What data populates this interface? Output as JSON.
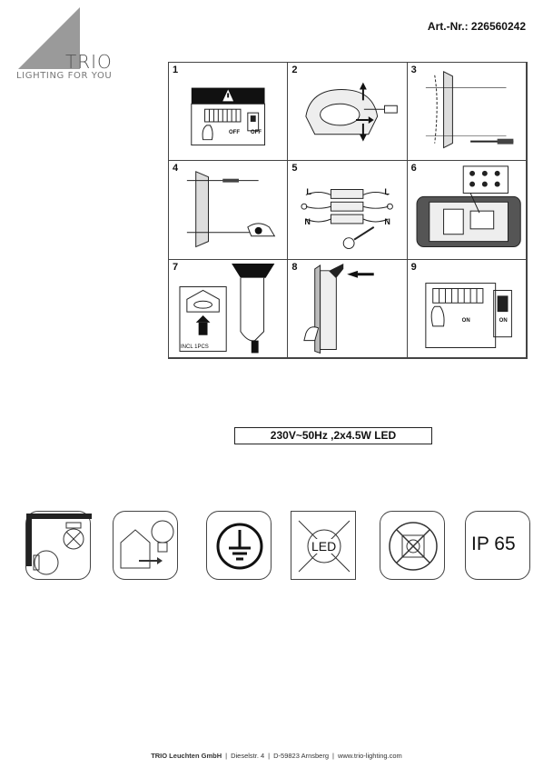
{
  "header": {
    "brand_name": "TRIO",
    "brand_slogan": "LIGHTING FOR YOU",
    "article_number": "Art.-Nr.: 226560242"
  },
  "steps": [
    {
      "number": "1",
      "labels": [
        "OFF",
        "OFF"
      ]
    },
    {
      "number": "2"
    },
    {
      "number": "3"
    },
    {
      "number": "4"
    },
    {
      "number": "5",
      "labels": [
        "L",
        "L",
        "N",
        "N"
      ]
    },
    {
      "number": "6"
    },
    {
      "number": "7",
      "labels": [
        "INCL 1PCS"
      ]
    },
    {
      "number": "8"
    },
    {
      "number": "9",
      "labels": [
        "ON",
        "ON"
      ]
    }
  ],
  "spec_text": "230V~50Hz ,2x4.5W LED",
  "icons": [
    {
      "name": "wall-mount-icon"
    },
    {
      "name": "outdoor-bulb-icon"
    },
    {
      "name": "protective-earth-icon"
    },
    {
      "name": "led-not-replaceable-icon",
      "label": "LED"
    },
    {
      "name": "no-dimmer-icon"
    },
    {
      "name": "ip-rating-icon",
      "label": "IP 65"
    }
  ],
  "footer": {
    "company": "TRIO Leuchten GmbH",
    "street": "Dieselstr. 4",
    "city": "D-59823 Arnsberg",
    "website": "www.trio-lighting.com",
    "separator": "|"
  }
}
